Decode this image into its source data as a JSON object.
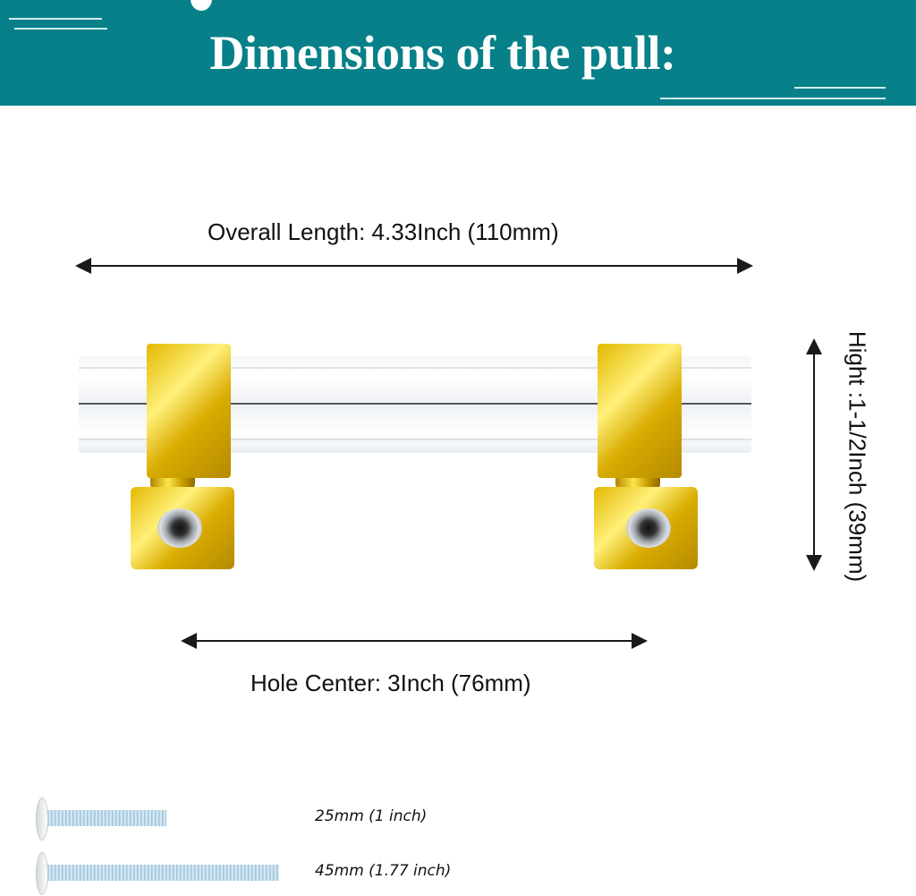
{
  "header": {
    "title": "Dimensions of the pull:",
    "background_color": "#078089"
  },
  "dimensions": {
    "overall_length": "Overall Length: 4.33Inch (110mm)",
    "height": "Hight :1-1/2Inch (39mm)",
    "hole_center": "Hole Center: 3Inch (76mm)"
  },
  "product": {
    "name": "clear acrylic bar pull with gold square mounts",
    "bar_color": "#f4f6f8",
    "mount_color": "#e3b800"
  },
  "screws": [
    {
      "label": "25mm (1 inch)"
    },
    {
      "label": "45mm (1.77 inch)"
    }
  ]
}
